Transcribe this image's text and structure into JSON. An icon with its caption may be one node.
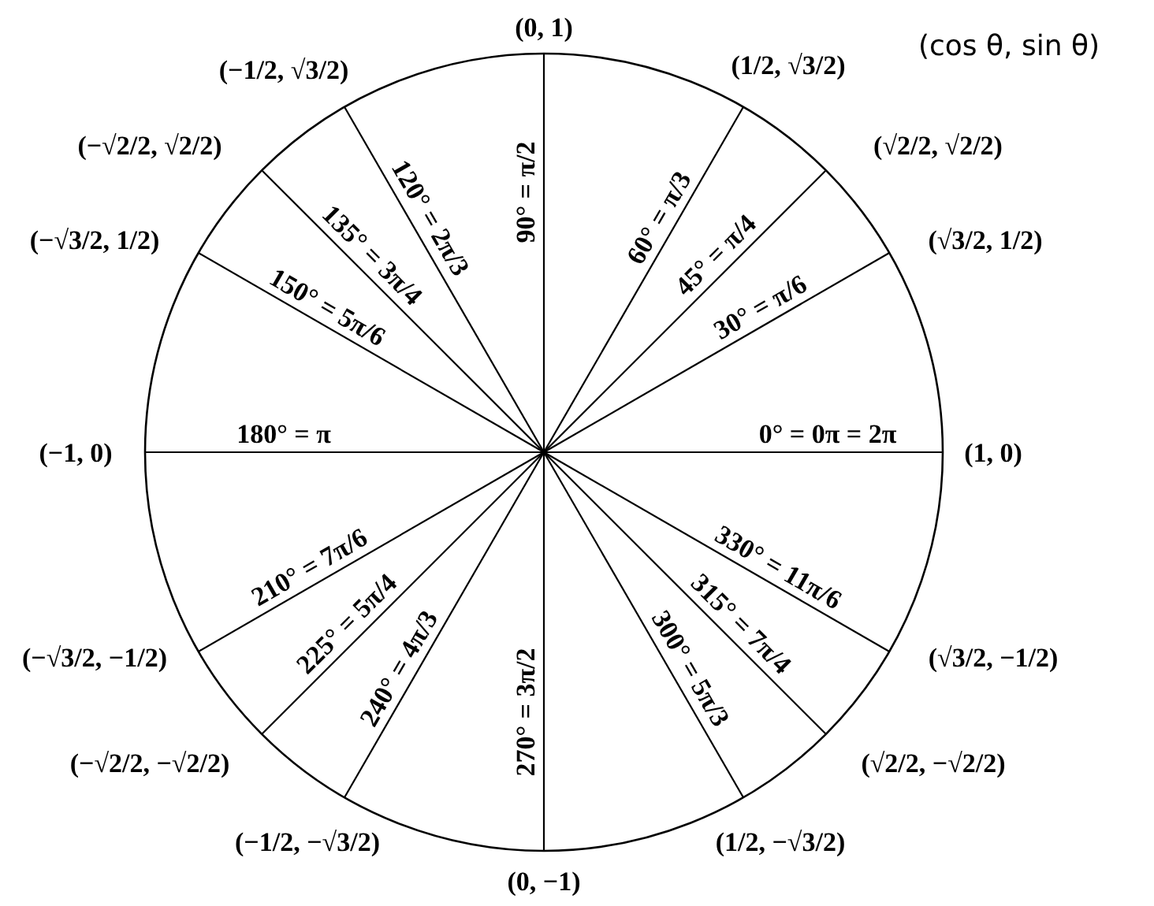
{
  "diagram": {
    "labels": [
      "(−1/2, √3/2)",
      "(0, 1)",
      "(1/2, √3/2)",
      "(cos θ, sin θ)",
      "(−√2/2, √2/2)",
      "120° = 2π/3",
      "90° = π/2",
      "(√2/2, √2/2)",
      "135° = 3π/4",
      "60° = π/3",
      "(−√3/2, 1/2)",
      "45° = π/4",
      "(√3/2, 1/2)",
      "150° = 5π/6",
      "30° = π/6",
      "(−1, 0)",
      "180° = π",
      "0° = 0π = 2π",
      "(1, 0)",
      "210° = 7π/6",
      "330° = 11π/6",
      "225° = 5π/4",
      "315° = 7π/4",
      "(−√3/2, −1/2)",
      "240° = 4π/3",
      "270° = 3π/2",
      "300° = 5π/3",
      "(√3/2, −1/2)",
      "(−√2/2, −√2/2)",
      "(√2/2, −√2/2)",
      "(−1/2, −√3/2)",
      "(1/2, −√3/2)",
      "(0, −1)"
    ]
  }
}
